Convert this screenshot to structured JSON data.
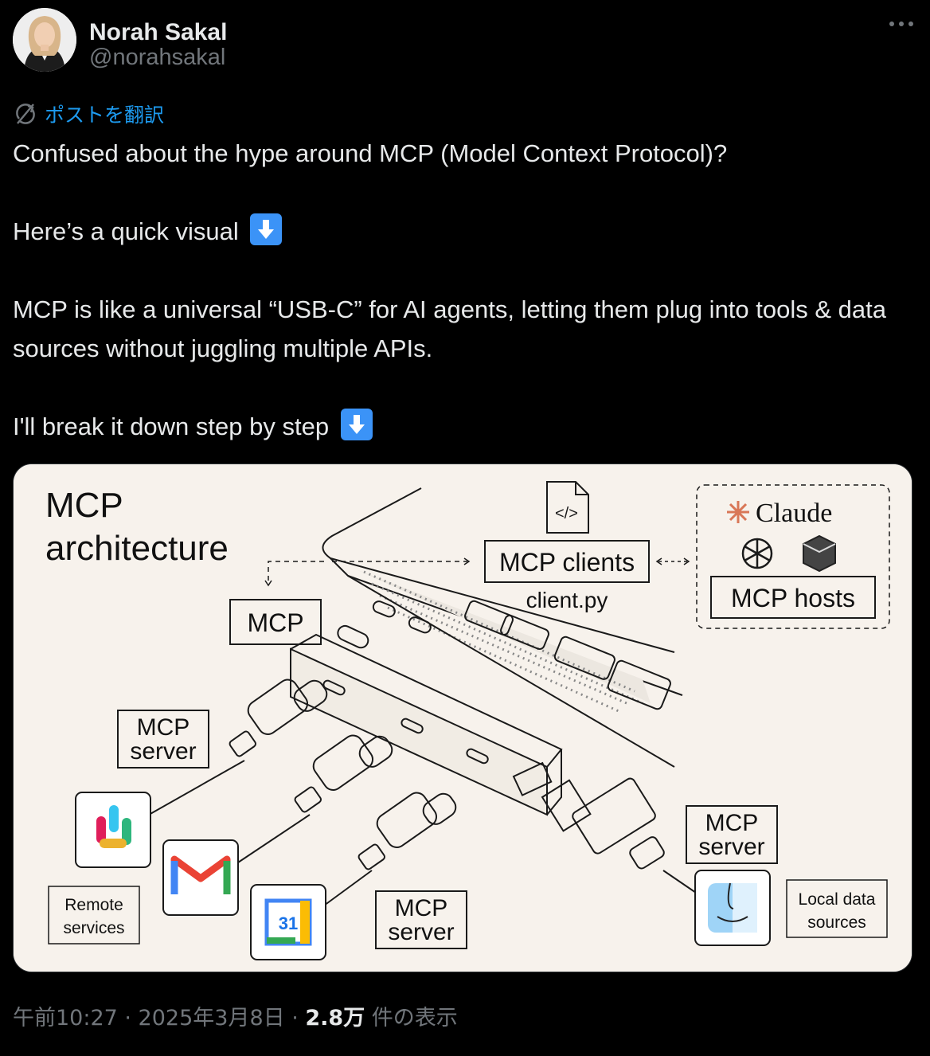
{
  "author": {
    "name": "Norah Sakal",
    "handle": "@norahsakal"
  },
  "translate_label": "ポストを翻訳",
  "post": {
    "paragraphs": [
      "Confused about the hype around MCP (Model Context Protocol)?",
      "Here’s a quick visual",
      "MCP is like a universal “USB-C” for AI agents, letting them plug into tools & data sources without juggling multiple APIs.",
      "I'll break it down step by step"
    ],
    "emoji": "arrow-down-emoji"
  },
  "diagram": {
    "title_line1": "MCP",
    "title_line2": "architecture",
    "mcp_hub": "MCP",
    "mcp_clients": "MCP clients",
    "client_file": "client.py",
    "claude": "Claude",
    "mcp_hosts": "MCP hosts",
    "server_left_1": "MCP",
    "server_left_2": "server",
    "server_bottom_1": "MCP",
    "server_bottom_2": "server",
    "server_right_1": "MCP",
    "server_right_2": "server",
    "remote_1": "Remote",
    "remote_2": "services",
    "local_1": "Local data",
    "local_2": "sources",
    "calendar_day": "31"
  },
  "meta": {
    "time": "午前10:27 · 2025年3月8日 · ",
    "views": "2.8万",
    "views_label": " 件の表示"
  },
  "colors": {
    "accent": "#1d9bf0",
    "muted": "#71767b",
    "text": "#e7e9ea",
    "diagram_bg": "#f7f2ec"
  }
}
